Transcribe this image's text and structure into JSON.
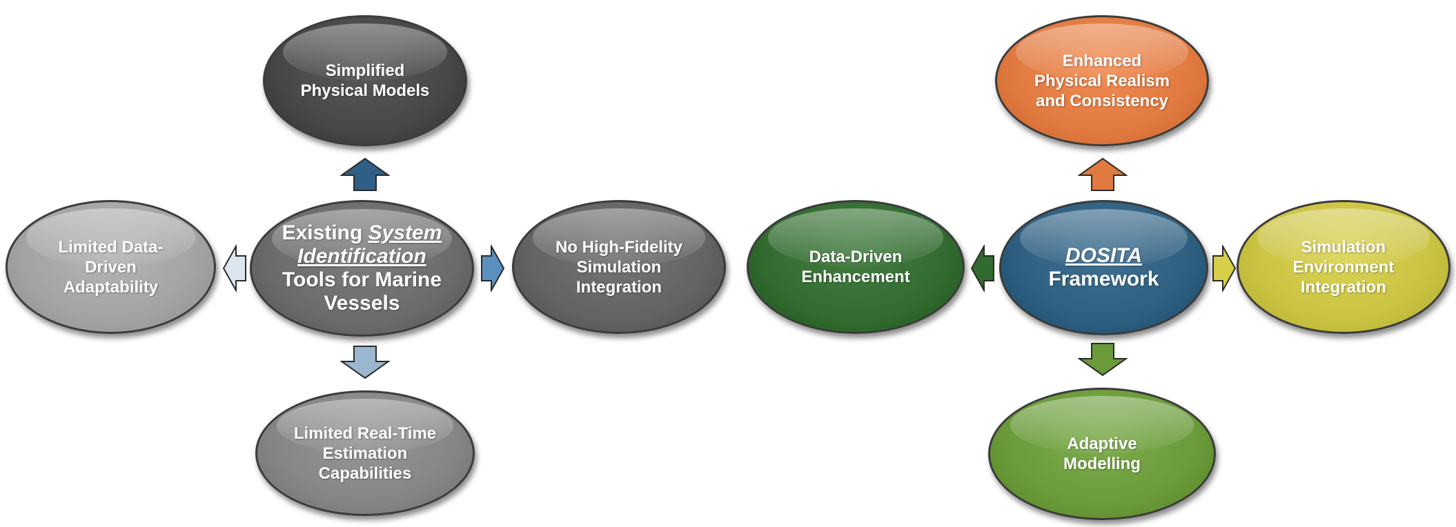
{
  "left_cluster": {
    "center": {
      "line1_prefix": "Existing ",
      "line1_em": "System",
      "line2_em": "Identification",
      "line3": "Tools for Marine",
      "line4": "Vessels",
      "color": "#6b6b6b"
    },
    "top": {
      "lines": [
        "Simplified",
        "Physical Models"
      ],
      "color": "#474747"
    },
    "bottom": {
      "lines": [
        "Limited Real-Time",
        "Estimation",
        "Capabilities"
      ],
      "color": "#858585"
    },
    "left": {
      "lines": [
        "Limited Data-",
        "Driven",
        "Adaptability"
      ],
      "color": "#a3a3a3"
    },
    "right": {
      "lines": [
        "No High-Fidelity",
        "Simulation",
        "Integration"
      ],
      "color": "#636363"
    },
    "arrow_colors": {
      "up": "#2f5f86",
      "down": "#9bb7d0",
      "left": "#dde6ef",
      "right": "#5b8fbd"
    }
  },
  "right_cluster": {
    "center": {
      "line1_em": "DOSITA",
      "line2": "Framework",
      "color": "#2e5f80"
    },
    "top": {
      "lines": [
        "Enhanced",
        "Physical Realism",
        "and Consistency"
      ],
      "color": "#e07a40"
    },
    "bottom": {
      "lines": [
        "Adaptive",
        "Modelling"
      ],
      "color": "#6a9a3a"
    },
    "left": {
      "lines": [
        "Data-Driven",
        "Enhancement"
      ],
      "color": "#326b30"
    },
    "right": {
      "lines": [
        "Simulation",
        "Environment",
        "Integration"
      ],
      "color": "#c9c242"
    },
    "arrow_colors": {
      "up": "#e07a40",
      "down": "#6a9a3a",
      "left": "#326b30",
      "right": "#d6cf4a"
    }
  }
}
